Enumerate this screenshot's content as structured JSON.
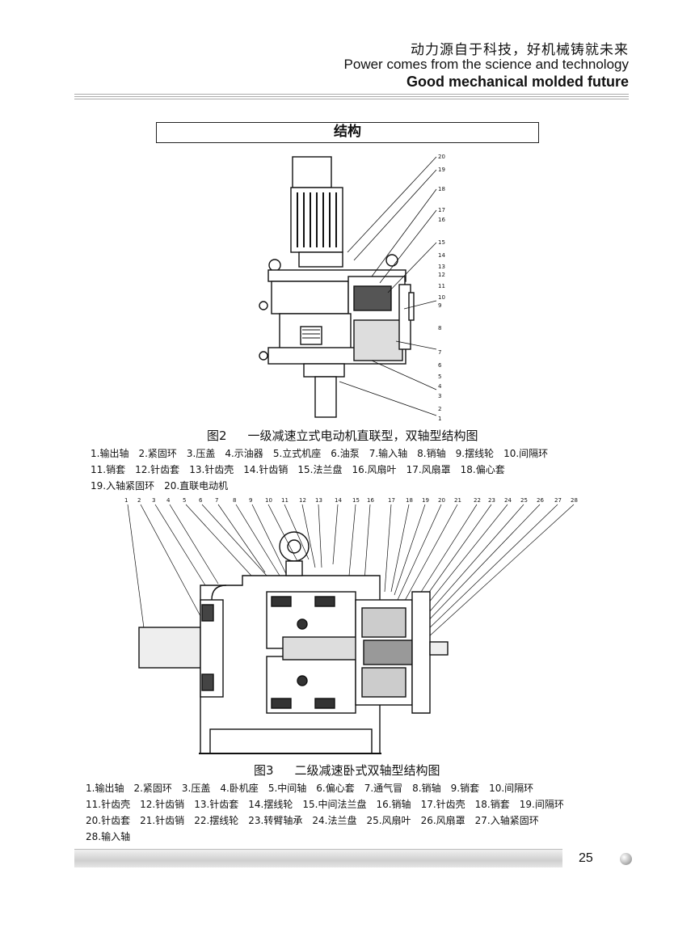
{
  "header": {
    "slogan_cn": "动力源自于科技，好机械铸就未来",
    "slogan_en": "Power comes from the science and technology",
    "slogan_en_bold": "Good mechanical molded future"
  },
  "section_title": "结构",
  "figure2": {
    "number": "图2",
    "title": "一级减速立式电动机直联型，双轴型结构图",
    "callouts": [
      "20",
      "19",
      "18",
      "17",
      "16",
      "15",
      "14",
      "13",
      "12",
      "11",
      "10",
      "9",
      "8",
      "7",
      "6",
      "5",
      "4",
      "3",
      "2",
      "1"
    ],
    "legend_rows": [
      [
        "1.输出轴",
        "2.紧固环",
        "3.压盖",
        "4.示油器",
        "5.立式机座",
        "6.油泵",
        "7.输入轴",
        "8.销轴",
        "9.摆线轮",
        "10.间隔环"
      ],
      [
        "11.销套",
        "12.针齿套",
        "13.针齿壳",
        "14.针齿销",
        "15.法兰盘",
        "16.风扇叶",
        "17.风扇罩",
        "18.偏心套"
      ],
      [
        "19.入轴紧固环",
        "20.直联电动机"
      ]
    ]
  },
  "figure3": {
    "number": "图3",
    "title": "二级减速卧式双轴型结构图",
    "callouts": [
      "1",
      "2",
      "3",
      "4",
      "5",
      "6",
      "7",
      "8",
      "9",
      "10",
      "11",
      "12",
      "13",
      "14",
      "15",
      "16",
      "17",
      "18",
      "19",
      "20",
      "21",
      "22",
      "23",
      "24",
      "25",
      "26",
      "27",
      "28"
    ],
    "legend_rows": [
      [
        "1.输出轴",
        "2.紧固环",
        "3.压盖",
        "4.卧机座",
        "5.中间轴",
        "6.偏心套",
        "7.通气冒",
        "8.销轴",
        "9.销套",
        "10.间隔环"
      ],
      [
        "11.针齿壳",
        "12.针齿销",
        "13.针齿套",
        "14.摆线轮",
        "15.中间法兰盘",
        "16.销轴",
        "17.针齿壳",
        "18.销套",
        "19.间隔环"
      ],
      [
        "20.针齿套",
        "21.针齿销",
        "22.摆线轮",
        "23.转臂轴承",
        "24.法兰盘",
        "25.风扇叶",
        "26.风扇罩",
        "27.入轴紧固环"
      ],
      [
        "28.输入轴"
      ]
    ]
  },
  "footer": {
    "page_number": "25"
  }
}
